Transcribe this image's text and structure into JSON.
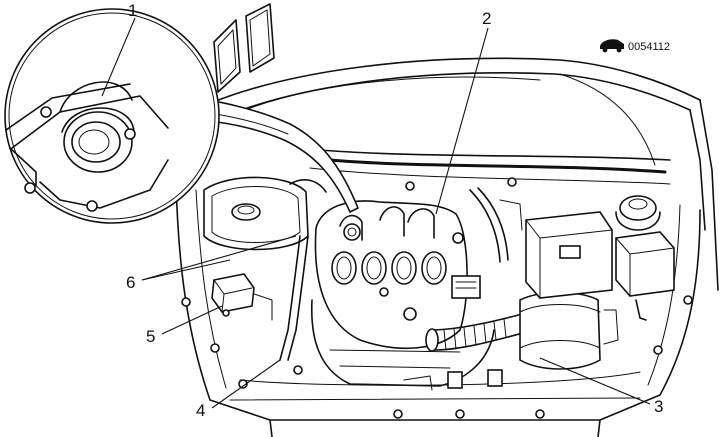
{
  "figure": {
    "reference_code": "0054112",
    "reference_icon": "camera-car-icon",
    "colors": {
      "ink": "#111111",
      "paper": "#ffffff"
    }
  },
  "callouts": [
    {
      "id": "1",
      "label": "1"
    },
    {
      "id": "2",
      "label": "2"
    },
    {
      "id": "3",
      "label": "3"
    },
    {
      "id": "4",
      "label": "4"
    },
    {
      "id": "5",
      "label": "5"
    },
    {
      "id": "6",
      "label": "6"
    }
  ]
}
